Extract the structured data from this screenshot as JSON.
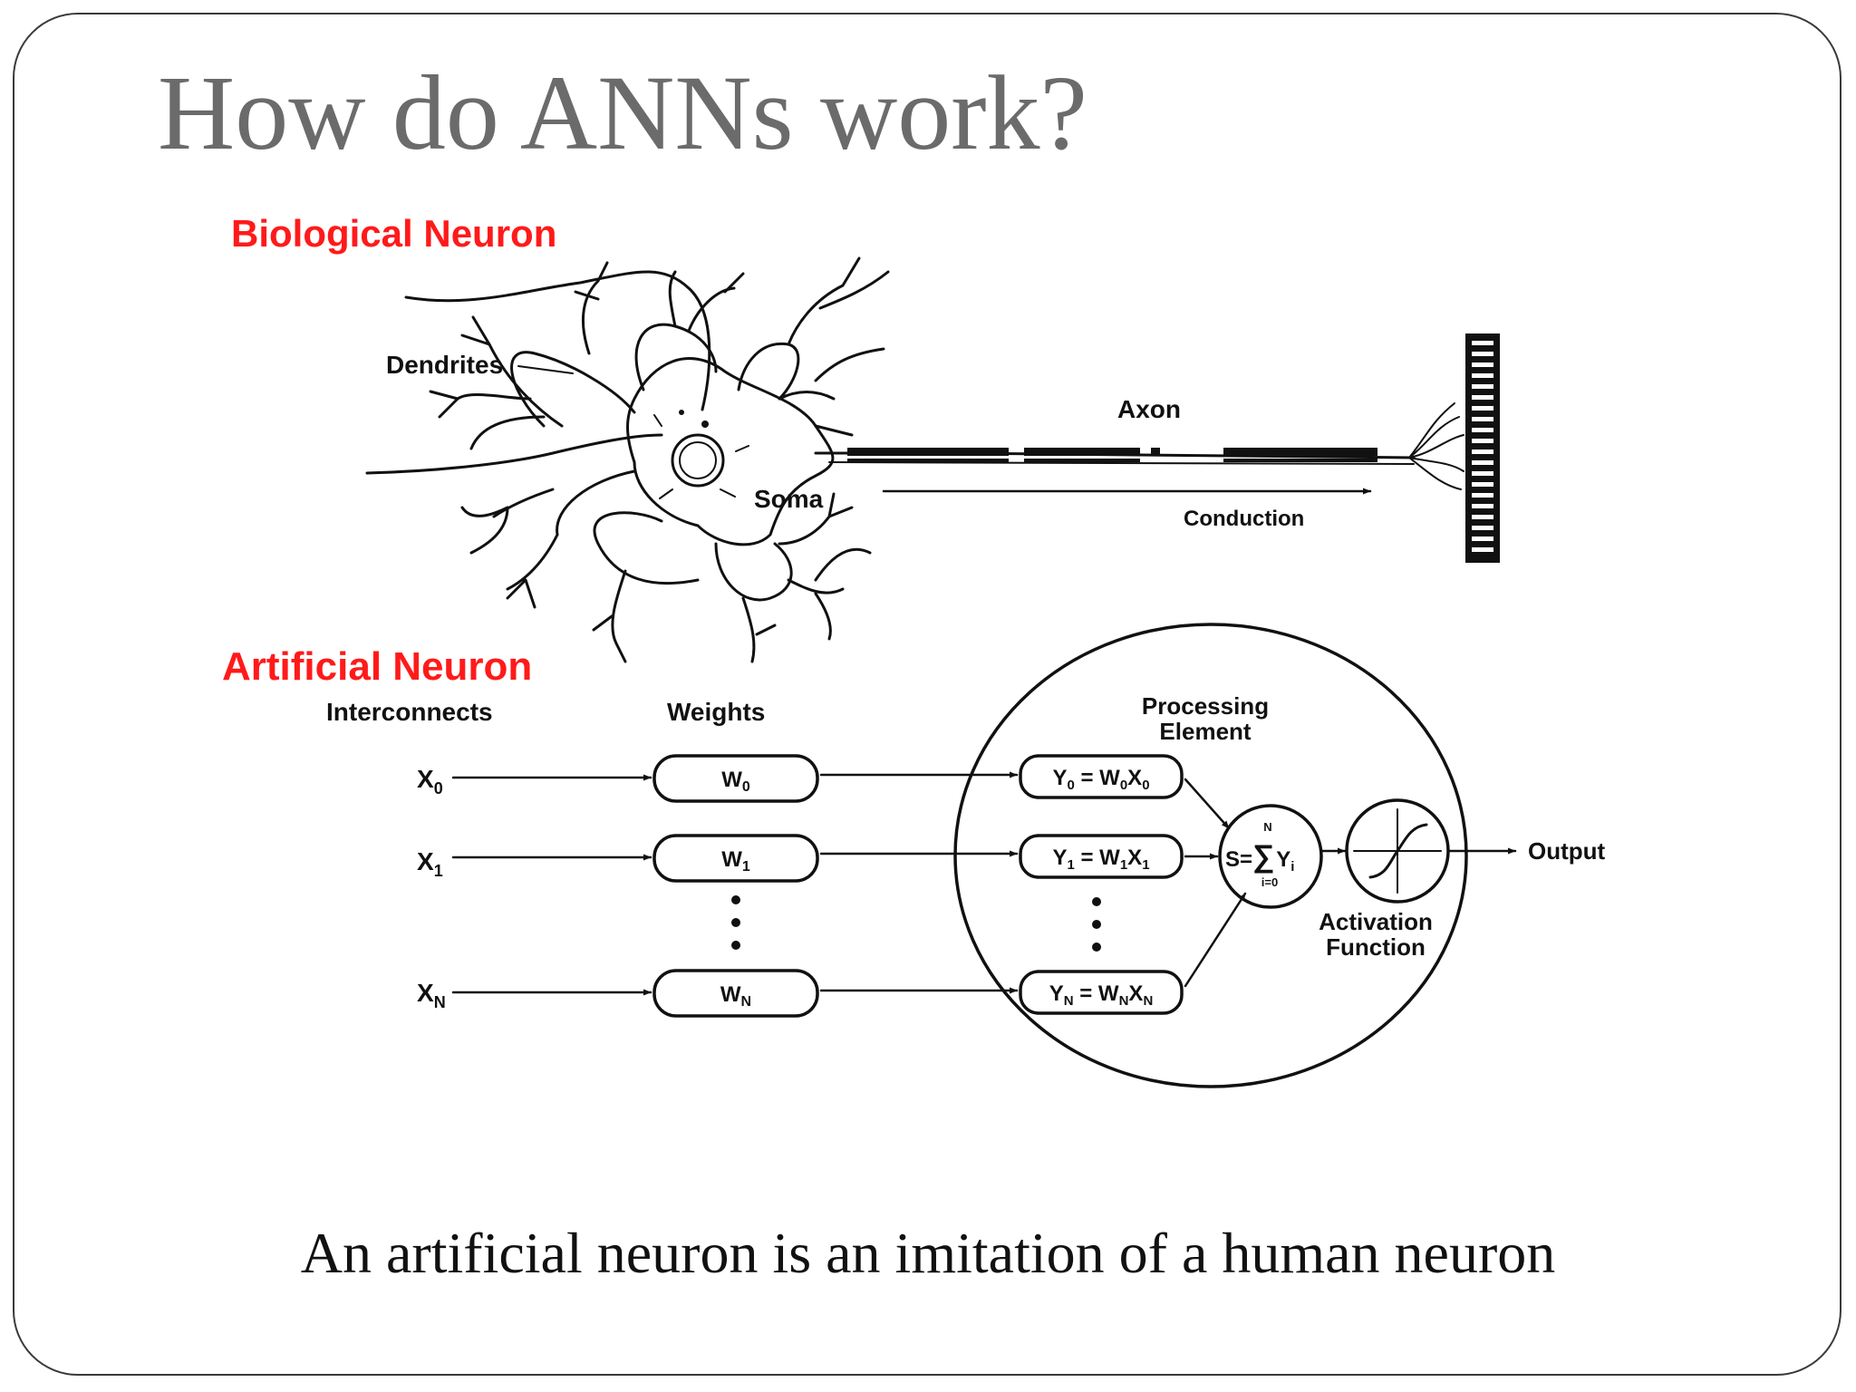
{
  "slide": {
    "title": "How do ANNs work?",
    "caption": "An artificial neuron is an imitation of a human neuron"
  },
  "biological": {
    "heading": "Biological Neuron",
    "dendrites": "Dendrites",
    "soma": "Soma",
    "axon": "Axon",
    "conduction": "Conduction"
  },
  "artificial": {
    "heading": "Artificial Neuron",
    "interconnects": "Interconnects",
    "weights": "Weights",
    "processing_line1": "Processing",
    "processing_line2": "Element",
    "inputs": [
      {
        "base": "X",
        "sub": "0"
      },
      {
        "base": "X",
        "sub": "1"
      },
      {
        "base": "X",
        "sub": "N"
      }
    ],
    "weight_boxes": [
      {
        "base": "W",
        "sub": "0"
      },
      {
        "base": "W",
        "sub": "1"
      },
      {
        "base": "W",
        "sub": "N"
      }
    ],
    "products": [
      {
        "y": "Y",
        "ysub": "0",
        "eq": " = ",
        "w": "W",
        "wsub": "0",
        "x": "X",
        "xsub": "0"
      },
      {
        "y": "Y",
        "ysub": "1",
        "eq": " = ",
        "w": "W",
        "wsub": "1",
        "x": "X",
        "xsub": "1"
      },
      {
        "y": "Y",
        "ysub": "N",
        "eq": " = ",
        "w": "W",
        "wsub": "N",
        "x": "X",
        "xsub": "N"
      }
    ],
    "sum": {
      "s": "S=",
      "sigma": "∑",
      "top": "N",
      "bottom": "i=0",
      "y": "Y",
      "ysub": "i"
    },
    "activation_line1": "Activation",
    "activation_line2": "Function",
    "output": "Output"
  },
  "colors": {
    "heading_red": "#ff1a1a",
    "title_gray": "#6b6b6b"
  }
}
